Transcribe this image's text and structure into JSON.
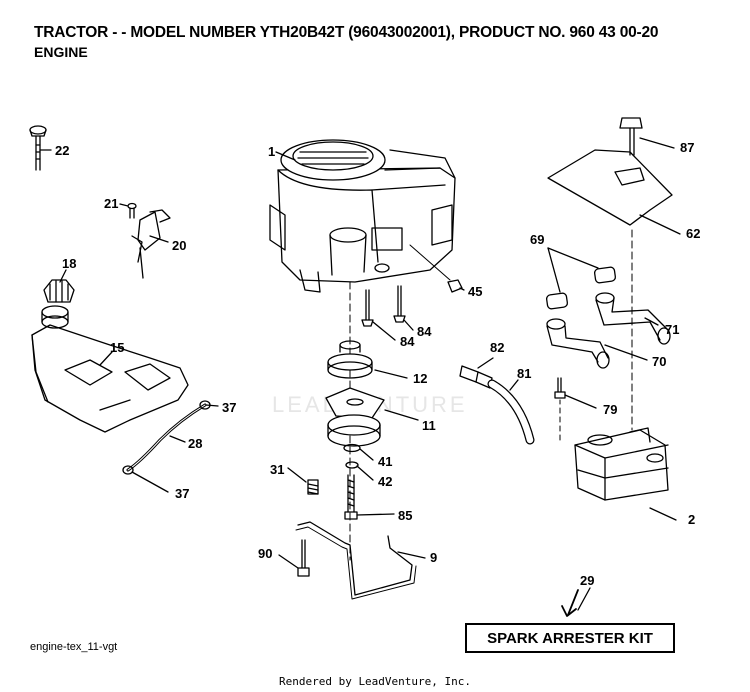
{
  "header": {
    "title": "TRACTOR - - MODEL NUMBER YTH20B42T (96043002001), PRODUCT NO. 960 43 00-20",
    "subtitle": "ENGINE"
  },
  "watermark": "LEADVENTURE",
  "parts": [
    {
      "id": "p1",
      "label": "1"
    },
    {
      "id": "p2",
      "label": "2"
    },
    {
      "id": "p9",
      "label": "9"
    },
    {
      "id": "p11",
      "label": "11"
    },
    {
      "id": "p12",
      "label": "12"
    },
    {
      "id": "p15",
      "label": "15"
    },
    {
      "id": "p18",
      "label": "18"
    },
    {
      "id": "p20",
      "label": "20"
    },
    {
      "id": "p21",
      "label": "21"
    },
    {
      "id": "p22",
      "label": "22"
    },
    {
      "id": "p28",
      "label": "28"
    },
    {
      "id": "p29",
      "label": "29"
    },
    {
      "id": "p31",
      "label": "31"
    },
    {
      "id": "p37a",
      "label": "37"
    },
    {
      "id": "p37b",
      "label": "37"
    },
    {
      "id": "p41",
      "label": "41"
    },
    {
      "id": "p42",
      "label": "42"
    },
    {
      "id": "p45",
      "label": "45"
    },
    {
      "id": "p62",
      "label": "62"
    },
    {
      "id": "p69",
      "label": "69"
    },
    {
      "id": "p70",
      "label": "70"
    },
    {
      "id": "p71",
      "label": "71"
    },
    {
      "id": "p79",
      "label": "79"
    },
    {
      "id": "p81",
      "label": "81"
    },
    {
      "id": "p82",
      "label": "82"
    },
    {
      "id": "p84a",
      "label": "84"
    },
    {
      "id": "p84b",
      "label": "84"
    },
    {
      "id": "p85",
      "label": "85"
    },
    {
      "id": "p87",
      "label": "87"
    },
    {
      "id": "p90",
      "label": "90"
    }
  ],
  "file_id": "engine-tex_11-vgt",
  "kit_label": "SPARK ARRESTER KIT",
  "footer": "Rendered by LeadVenture, Inc."
}
